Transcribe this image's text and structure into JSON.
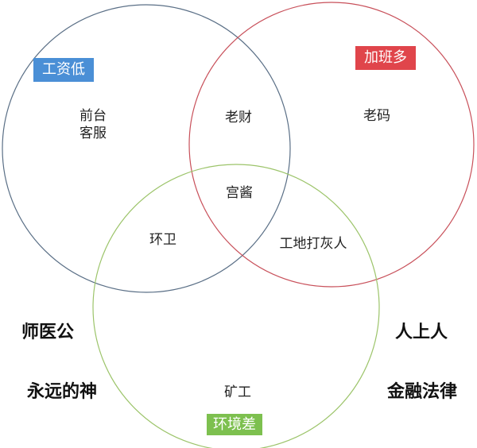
{
  "sets": [
    {
      "label": "工资低",
      "color": "#4a8fd6",
      "stroke": "#5a6f86"
    },
    {
      "label": "加班多",
      "color": "#e0454b",
      "stroke": "#c8505a"
    },
    {
      "label": "环境差",
      "color": "#7dc04f",
      "stroke": "#9cc46a"
    }
  ],
  "regions": {
    "low_pay_only": [
      "前台",
      "客服"
    ],
    "low_pay_overtime": "老财",
    "overtime_only": "老码",
    "all_three": "宫酱",
    "low_pay_environment": "环卫",
    "overtime_environment": "工地打灰人",
    "environment_only": "矿工"
  },
  "outside": {
    "left": [
      "师医公",
      "永远的神"
    ],
    "right": [
      "人上人",
      "金融法律"
    ]
  }
}
